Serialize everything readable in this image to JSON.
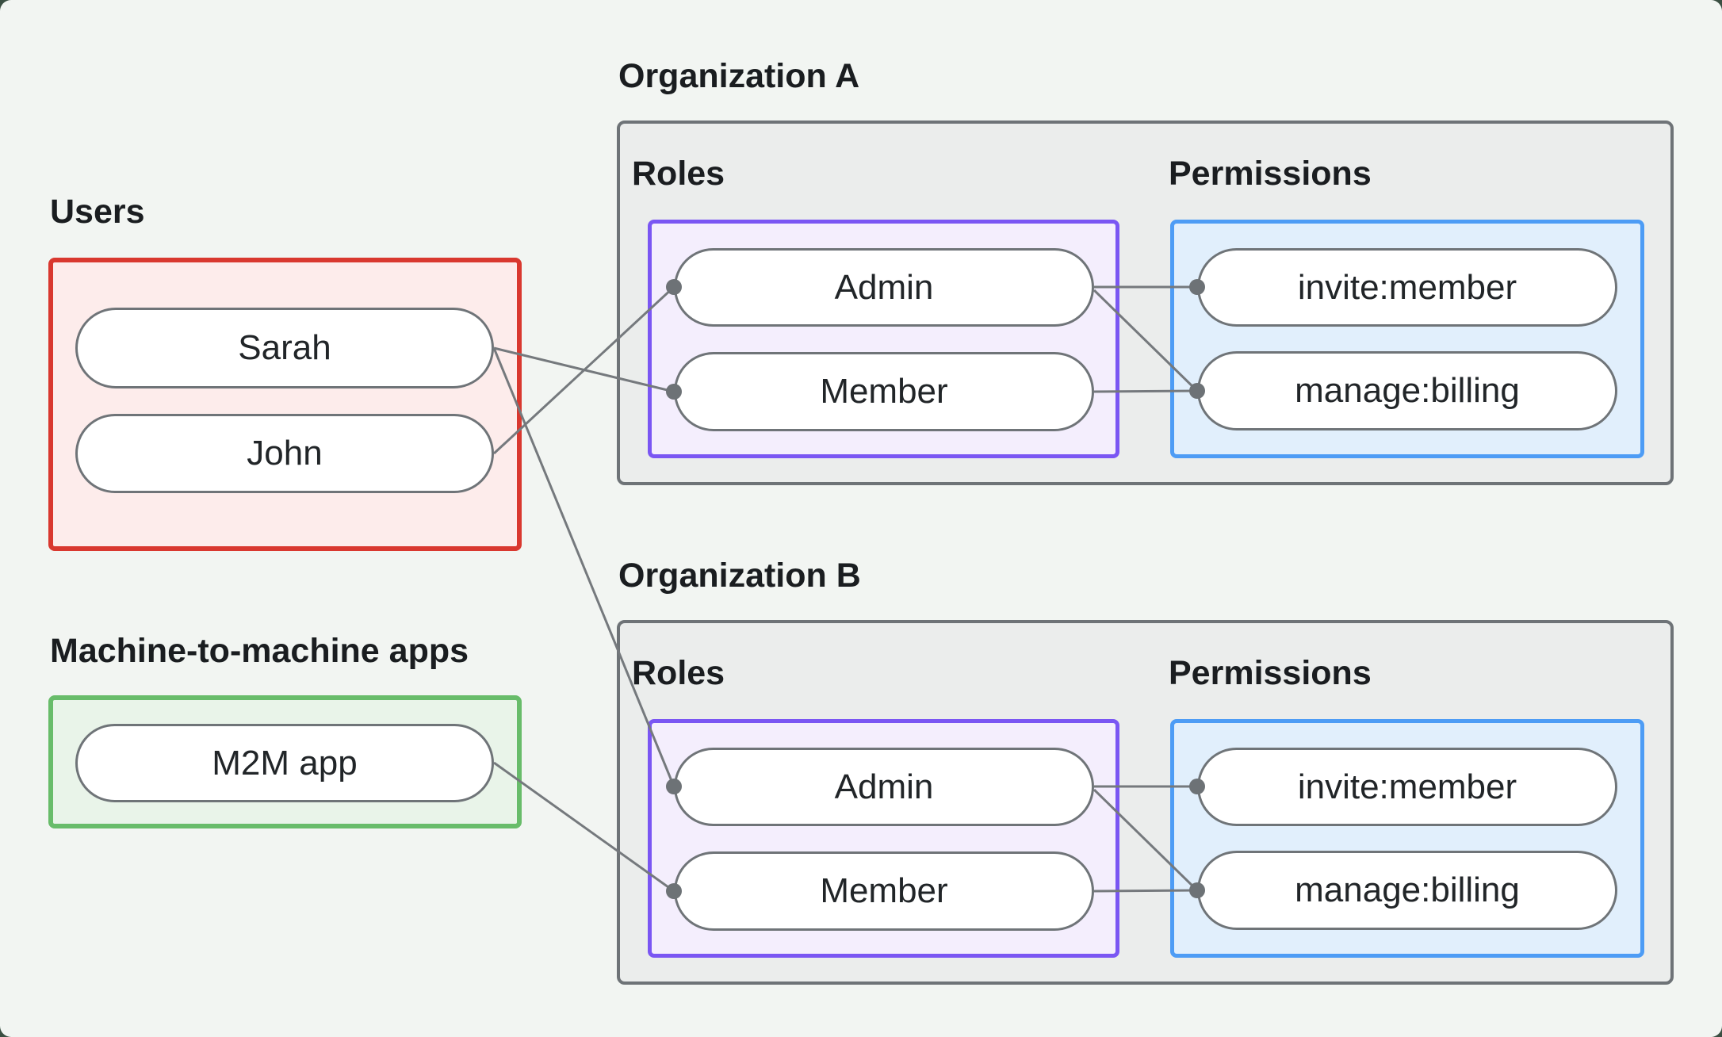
{
  "users": {
    "label": "Users",
    "items": [
      {
        "label": "Sarah"
      },
      {
        "label": "John"
      }
    ]
  },
  "m2m": {
    "label": "Machine-to-machine apps",
    "items": [
      {
        "label": "M2M app"
      }
    ]
  },
  "orgs": [
    {
      "title": "Organization A",
      "roles_label": "Roles",
      "permissions_label": "Permissions",
      "roles": [
        {
          "label": "Admin"
        },
        {
          "label": "Member"
        }
      ],
      "permissions": [
        {
          "label": "invite:member"
        },
        {
          "label": "manage:billing"
        }
      ]
    },
    {
      "title": "Organization B",
      "roles_label": "Roles",
      "permissions_label": "Permissions",
      "roles": [
        {
          "label": "Admin"
        },
        {
          "label": "Member"
        }
      ],
      "permissions": [
        {
          "label": "invite:member"
        },
        {
          "label": "manage:billing"
        }
      ]
    }
  ],
  "edges": [
    {
      "from": "Sarah",
      "to": "Organization A / Member"
    },
    {
      "from": "John",
      "to": "Organization A / Admin"
    },
    {
      "from": "Sarah",
      "to": "Organization B / Admin"
    },
    {
      "from": "M2M app",
      "to": "Organization B / Member"
    },
    {
      "from": "Organization A / Admin",
      "to": "Organization A / invite:member"
    },
    {
      "from": "Organization A / Admin",
      "to": "Organization A / manage:billing"
    },
    {
      "from": "Organization A / Member",
      "to": "Organization A / manage:billing"
    },
    {
      "from": "Organization B / Admin",
      "to": "Organization B / invite:member"
    },
    {
      "from": "Organization B / Admin",
      "to": "Organization B / manage:billing"
    },
    {
      "from": "Organization B / Member",
      "to": "Organization B / manage:billing"
    }
  ],
  "colors": {
    "page_background": "#f2f5f2",
    "backdrop": "#3a4f42",
    "users_border": "#d9382f",
    "users_fill": "#fdeceb",
    "m2m_border": "#68bc6a",
    "m2m_fill": "#e9f4e9",
    "org_border": "#6e7377",
    "org_fill": "#ebedec",
    "roles_border": "#7a56f3",
    "roles_fill": "#f4eefd",
    "permissions_border": "#4d9cf5",
    "permissions_fill": "#e1effc",
    "node_border": "#6f7478",
    "node_fill": "#ffffff",
    "edge_line": "#75797d",
    "edge_dot": "#6d7276",
    "text": "#212528"
  }
}
